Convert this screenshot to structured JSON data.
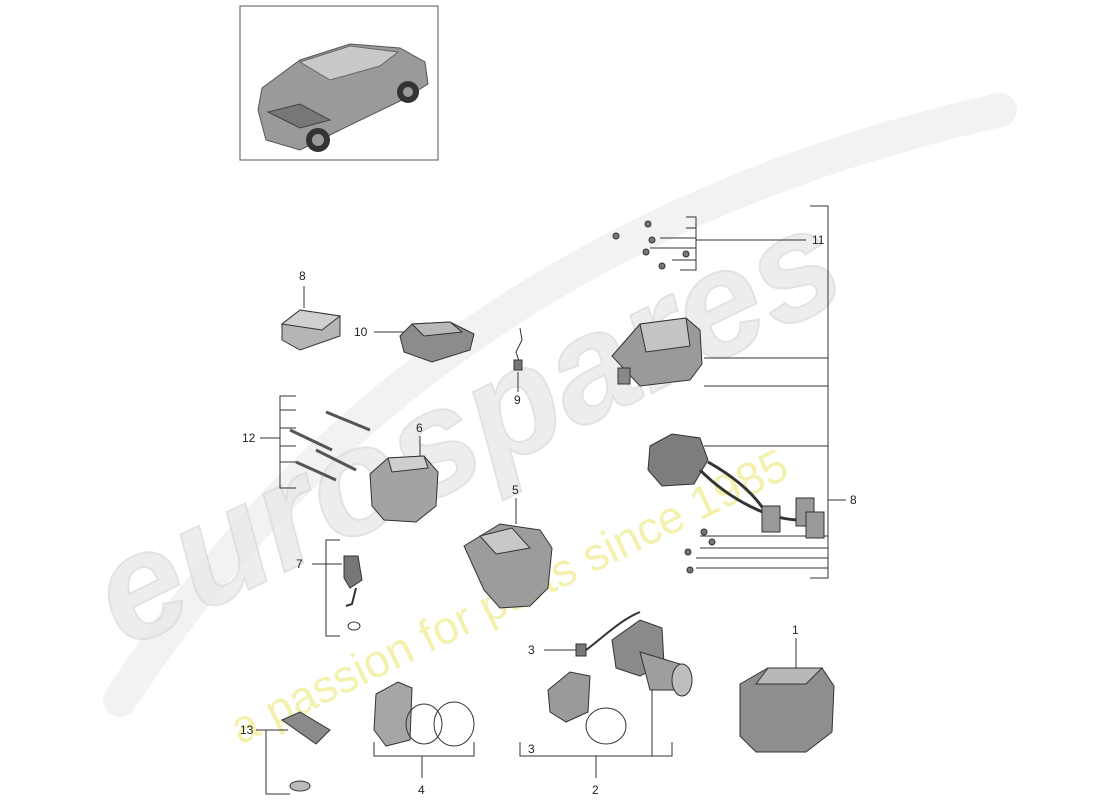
{
  "watermark": {
    "brand": "eurospares",
    "tagline": "a passion for parts since 1985"
  },
  "callouts": {
    "c1": "1",
    "c2": "2",
    "c3": "3",
    "c3b": "3",
    "c4": "4",
    "c5": "5",
    "c6": "6",
    "c7": "7",
    "c8a": "8",
    "c8b": "8",
    "c9": "9",
    "c10": "10",
    "c11": "11",
    "c12": "12",
    "c13": "13"
  }
}
